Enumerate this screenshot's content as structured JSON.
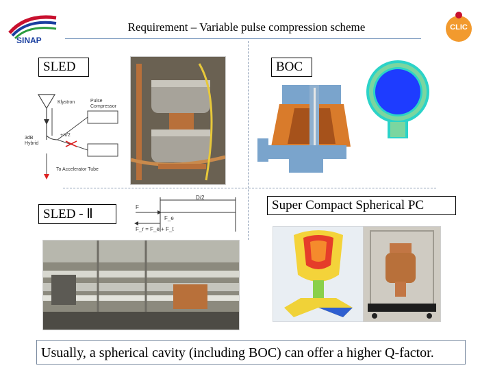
{
  "header": {
    "title": "Requirement – Variable pulse compression scheme",
    "left_logo_text": "SINAP",
    "right_logo_text": "CLIC"
  },
  "panels": {
    "sled_label": "SLED",
    "boc_label": "BOC",
    "sled2_label": "SLED - Ⅱ",
    "scs_label": "Super Compact Spherical PC"
  },
  "sled_diagram": {
    "klystron": "Klystron",
    "pulse_compressor": "Pulse Compressor",
    "hybrid": "3dB Hybrid",
    "phase": "+π/2",
    "accel": "To Accelerator Tube"
  },
  "sled2_diagram": {
    "top_label": "D/2",
    "f_label": "F",
    "fe_label": "F_e",
    "sum_label": "F_r = F_e + F_t"
  },
  "footer": {
    "caption": "Usually, a spherical cavity (including BOC) can offer a higher Q-factor."
  },
  "colors": {
    "accent_line": "#6d8fb8",
    "boc_blue": "#1e3cff",
    "boc_cyan": "#2bd3c8",
    "cavity_cutaway": "#d97b2b"
  }
}
